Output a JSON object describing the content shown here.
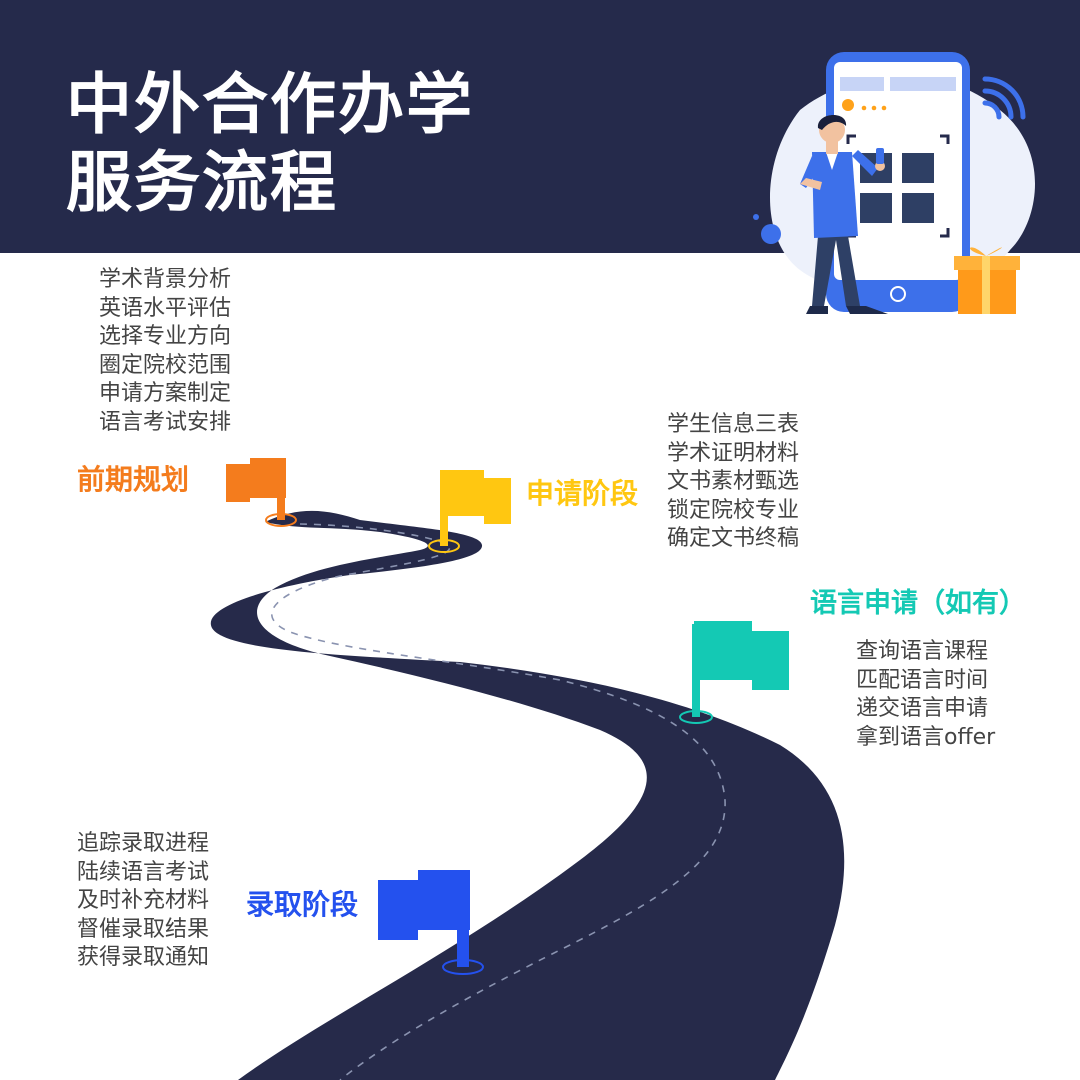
{
  "header": {
    "title_line1": "中外合作办学",
    "title_line2": "服务流程",
    "bg_color": "#252a4b"
  },
  "road": {
    "color": "#262a4a",
    "dash_color": "#8a93b0"
  },
  "stages": [
    {
      "name": "前期规划",
      "color": "#f47c1d",
      "icon": "flag-icon",
      "steps": [
        "学术背景分析",
        "英语水平评估",
        "选择专业方向",
        "圈定院校范围",
        "申请方案制定",
        "语言考试安排"
      ]
    },
    {
      "name": "申请阶段",
      "color": "#ffc711",
      "icon": "flag-icon",
      "steps": [
        "学生信息三表",
        "学术证明材料",
        "文书素材甄选",
        "锁定院校专业",
        "确定文书终稿"
      ]
    },
    {
      "name": "语言申请（如有）",
      "color": "#14c9b4",
      "icon": "flag-icon",
      "steps": [
        "查询语言课程",
        "匹配语言时间",
        "递交语言申请",
        "拿到语言offer"
      ]
    },
    {
      "name": "录取阶段",
      "color": "#2451ee",
      "icon": "flag-icon",
      "steps": [
        "追踪录取进程",
        "陆续语言考试",
        "及时补充材料",
        "督催录取结果",
        "获得录取通知"
      ]
    }
  ],
  "illustration": {
    "icon": "person-with-phone-illustration",
    "accent": "#3d70ea",
    "gift_color": "#ff9a1a"
  }
}
